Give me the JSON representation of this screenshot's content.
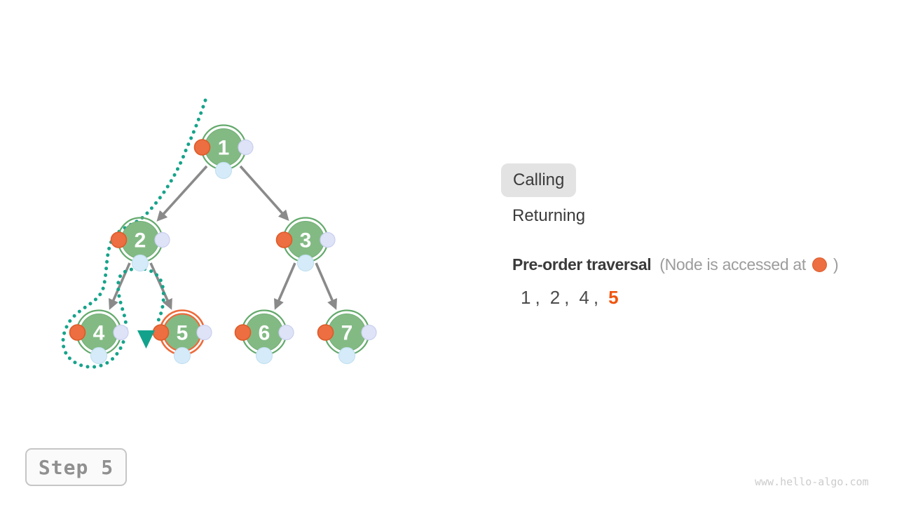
{
  "tree": {
    "nodes": [
      {
        "label": "1",
        "state": "normal"
      },
      {
        "label": "2",
        "state": "normal"
      },
      {
        "label": "3",
        "state": "normal"
      },
      {
        "label": "4",
        "state": "normal"
      },
      {
        "label": "5",
        "state": "active"
      },
      {
        "label": "6",
        "state": "normal"
      },
      {
        "label": "7",
        "state": "normal"
      }
    ],
    "edges": [
      [
        "1",
        "2"
      ],
      [
        "1",
        "3"
      ],
      [
        "2",
        "4"
      ],
      [
        "2",
        "5"
      ],
      [
        "3",
        "6"
      ],
      [
        "3",
        "7"
      ]
    ]
  },
  "legend": {
    "calling_label": "Calling",
    "returning_label": "Returning",
    "active_state": "Calling"
  },
  "traversal": {
    "title": "Pre-order traversal",
    "note_prefix": "(Node is accessed at",
    "note_suffix": ")",
    "separator": ",",
    "sequence": [
      "1",
      "2",
      "4",
      "5"
    ],
    "current": "5"
  },
  "step": {
    "text": "Step 5"
  },
  "watermark": "www.hello-algo.com",
  "colors": {
    "node_green_fill": "#83ba84",
    "node_green_ring": "#63a96b",
    "active_orange_ring": "#ed6a3a",
    "access_dot_orange": "#ec6e41",
    "right_dot_lavender": "#dfe3f8",
    "bottom_dot_blue": "#d6ebf9",
    "trace_teal": "#17a38b",
    "edge_gray": "#8a8a8a",
    "sequence_highlight": "#f0540f",
    "calling_badge_bg": "#e3e3e3"
  }
}
